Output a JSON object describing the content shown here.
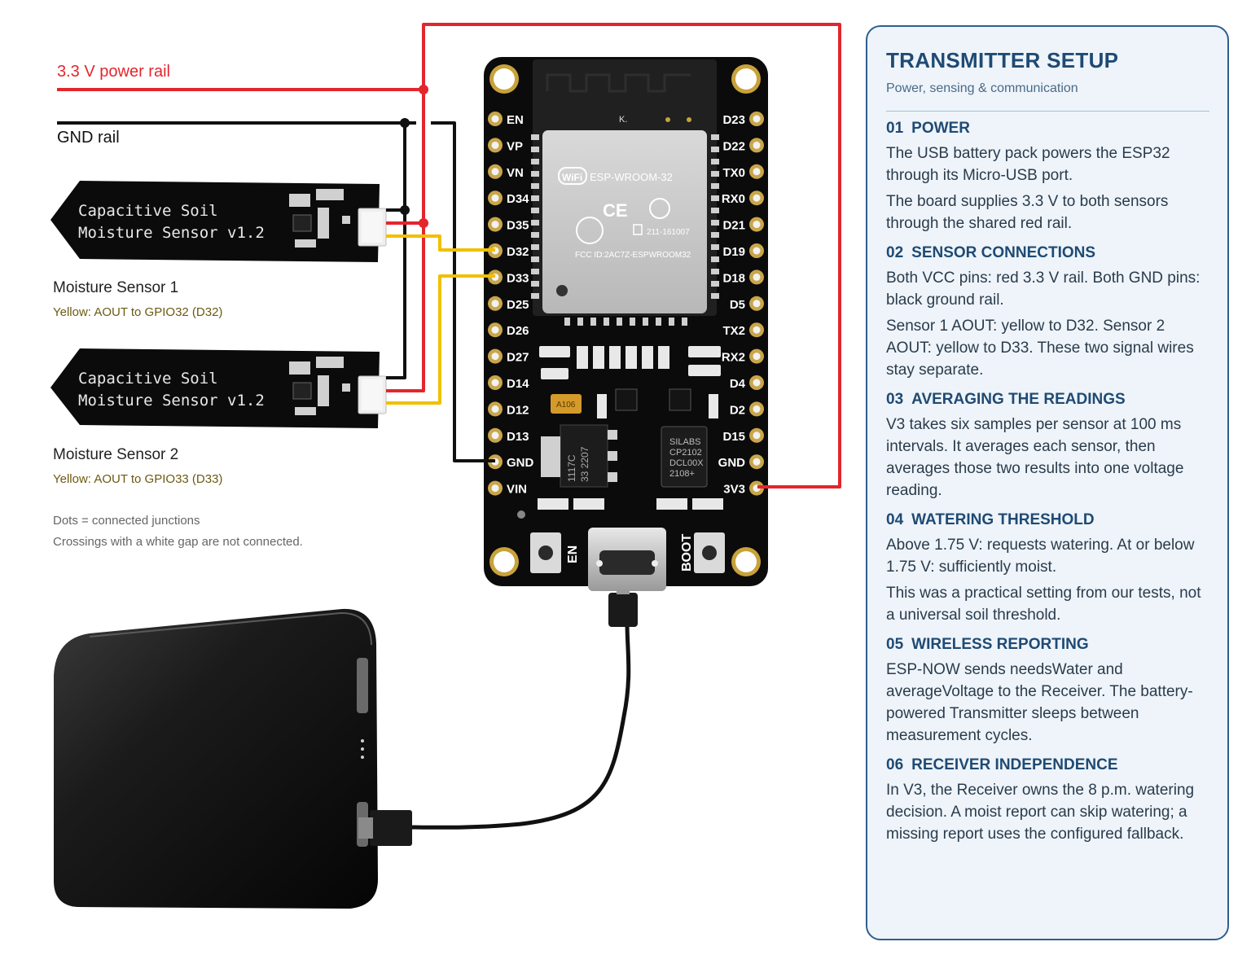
{
  "rails": {
    "power_label": "3.3 V power rail",
    "ground_label": "GND rail"
  },
  "sensors": [
    {
      "board_line1": "Capacitive Soil",
      "board_line2": "Moisture Sensor v1.2",
      "name": "Moisture Sensor 1",
      "wire_note": "Yellow: AOUT to GPIO32 (D32)"
    },
    {
      "board_line1": "Capacitive Soil",
      "board_line2": "Moisture Sensor v1.2",
      "name": "Moisture Sensor 2",
      "wire_note": "Yellow: AOUT to GPIO33 (D33)"
    }
  ],
  "legend_notes": {
    "dots": "Dots = connected junctions",
    "crossings": "Crossings with a white gap are not connected."
  },
  "board": {
    "module_name": "ESP-WROOM-32",
    "wifi_badge": "WiFi",
    "cert_number": "211-161007",
    "fcc_id": "FCC ID:2AC7Z-ESPWROOM32",
    "antenna_mark": "K.",
    "usb_chip": [
      "SILABS",
      "CP2102",
      "DCL00X",
      "2108+"
    ],
    "regulator": [
      "1117C",
      "33 2207"
    ],
    "cap_label": "A106",
    "en_button": "EN",
    "boot_button": "BOOT",
    "left_pins": [
      "EN",
      "VP",
      "VN",
      "D34",
      "D35",
      "D32",
      "D33",
      "D25",
      "D26",
      "D27",
      "D14",
      "D12",
      "D13",
      "GND",
      "VIN"
    ],
    "right_pins": [
      "D23",
      "D22",
      "TX0",
      "RX0",
      "D21",
      "D19",
      "D18",
      "D5",
      "TX2",
      "RX2",
      "D4",
      "D2",
      "D15",
      "GND",
      "3V3"
    ]
  },
  "colors": {
    "power": "#e3262d",
    "ground": "#111111",
    "signal": "#f0c000",
    "panel_accent": "#1f4a73"
  },
  "panel": {
    "title": "TRANSMITTER SETUP",
    "subtitle": "Power, sensing & communication",
    "sections": [
      {
        "num": "01",
        "heading": "POWER",
        "paragraphs": [
          "The USB battery pack powers the ESP32 through its Micro-USB port.",
          "The board supplies 3.3 V to both sensors through the shared red rail."
        ]
      },
      {
        "num": "02",
        "heading": "SENSOR CONNECTIONS",
        "paragraphs": [
          "Both VCC pins: red 3.3 V rail. Both GND pins: black ground rail.",
          "Sensor 1 AOUT: yellow to D32. Sensor 2 AOUT: yellow to D33. These two signal wires stay separate."
        ]
      },
      {
        "num": "03",
        "heading": "AVERAGING THE READINGS",
        "paragraphs": [
          "V3 takes six samples per sensor at 100 ms intervals. It averages each sensor, then averages those two results into one voltage reading."
        ]
      },
      {
        "num": "04",
        "heading": "WATERING THRESHOLD",
        "paragraphs": [
          "Above 1.75 V: requests watering. At or below 1.75 V: sufficiently moist.",
          "This was a practical setting from our tests, not a universal soil threshold."
        ]
      },
      {
        "num": "05",
        "heading": "WIRELESS REPORTING",
        "paragraphs": [
          "ESP-NOW sends needsWater and averageVoltage to the Receiver. The battery-powered Transmitter sleeps between measurement cycles."
        ]
      },
      {
        "num": "06",
        "heading": "RECEIVER INDEPENDENCE",
        "paragraphs": [
          "In V3, the Receiver owns the 8 p.m. watering decision. A moist report can skip watering; a missing report uses the configured fallback."
        ]
      }
    ]
  }
}
